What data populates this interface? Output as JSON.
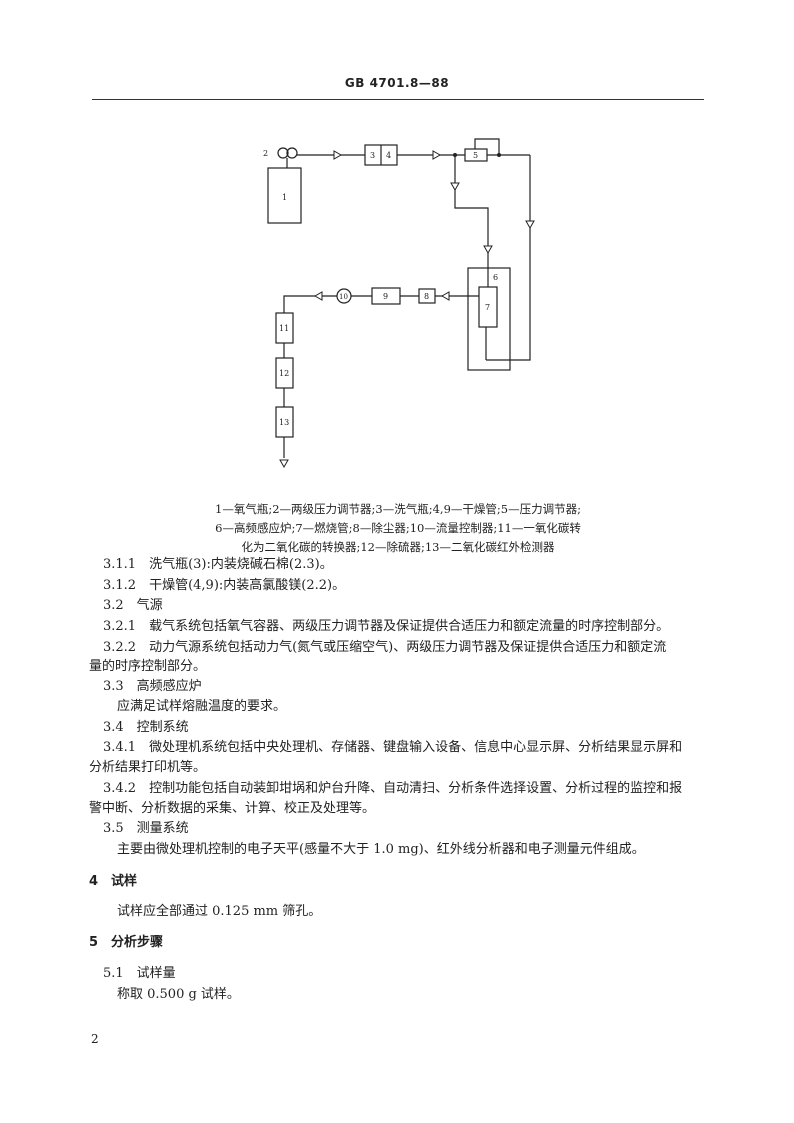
{
  "header": {
    "title": "GB 4701.8—88"
  },
  "diagram": {
    "labels": {
      "n1": "1",
      "n2": "2",
      "n3": "3",
      "n4": "4",
      "n5": "5",
      "n6": "6",
      "n7": "7",
      "n8": "8",
      "n9": "9",
      "n10": "10",
      "n11": "11",
      "n12": "12",
      "n13": "13"
    }
  },
  "caption": [
    "1—氧气瓶;2—两级压力调节器;3—洗气瓶;4,9—干燥管;5—压力调节器;",
    "6—高频感应炉;7—燃烧管;8—除尘器;10—流量控制器;11—一氧化碳转",
    "化为二氧化碳的转换器;12—除硫器;13—二氧化碳红外检测器"
  ],
  "body": {
    "p311": "3.1.1　洗气瓶(3):内装烧碱石棉(2.3)。",
    "p312": "3.1.2　干燥管(4,9):内装高氯酸镁(2.2)。",
    "s32": "3.2　气源",
    "p321a": "3.2.1　载气系统包括氧气容器、两级压力调节器及保证提供合适压力和额定流量的时序控制部分。",
    "p322a": "3.2.2　动力气源系统包括动力气(氮气或压缩空气)、两级压力调节器及保证提供合适压力和额定流",
    "p322b": "量的时序控制部分。",
    "s33": "3.3　高频感应炉",
    "p33": "应满足试样熔融温度的要求。",
    "s34": "3.4　控制系统",
    "p341a": "3.4.1　微处理机系统包括中央处理机、存储器、键盘输入设备、信息中心显示屏、分析结果显示屏和",
    "p341b": "分析结果打印机等。",
    "p342a": "3.4.2　控制功能包括自动装卸坩埚和炉台升降、自动清扫、分析条件选择设置、分析过程的监控和报",
    "p342b": "警中断、分析数据的采集、计算、校正及处理等。",
    "s35": "3.5　测量系统",
    "p35": "主要由微处理机控制的电子天平(感量不大于 1.0 mg)、红外线分析器和电子测量元件组成。",
    "s4": "4　试样",
    "p4": "试样应全部通过 0.125 mm 筛孔。",
    "s5": "5　分析步骤",
    "s51": "5.1　试样量",
    "p51": "称取 0.500 g 试样。"
  },
  "page_number": "2"
}
